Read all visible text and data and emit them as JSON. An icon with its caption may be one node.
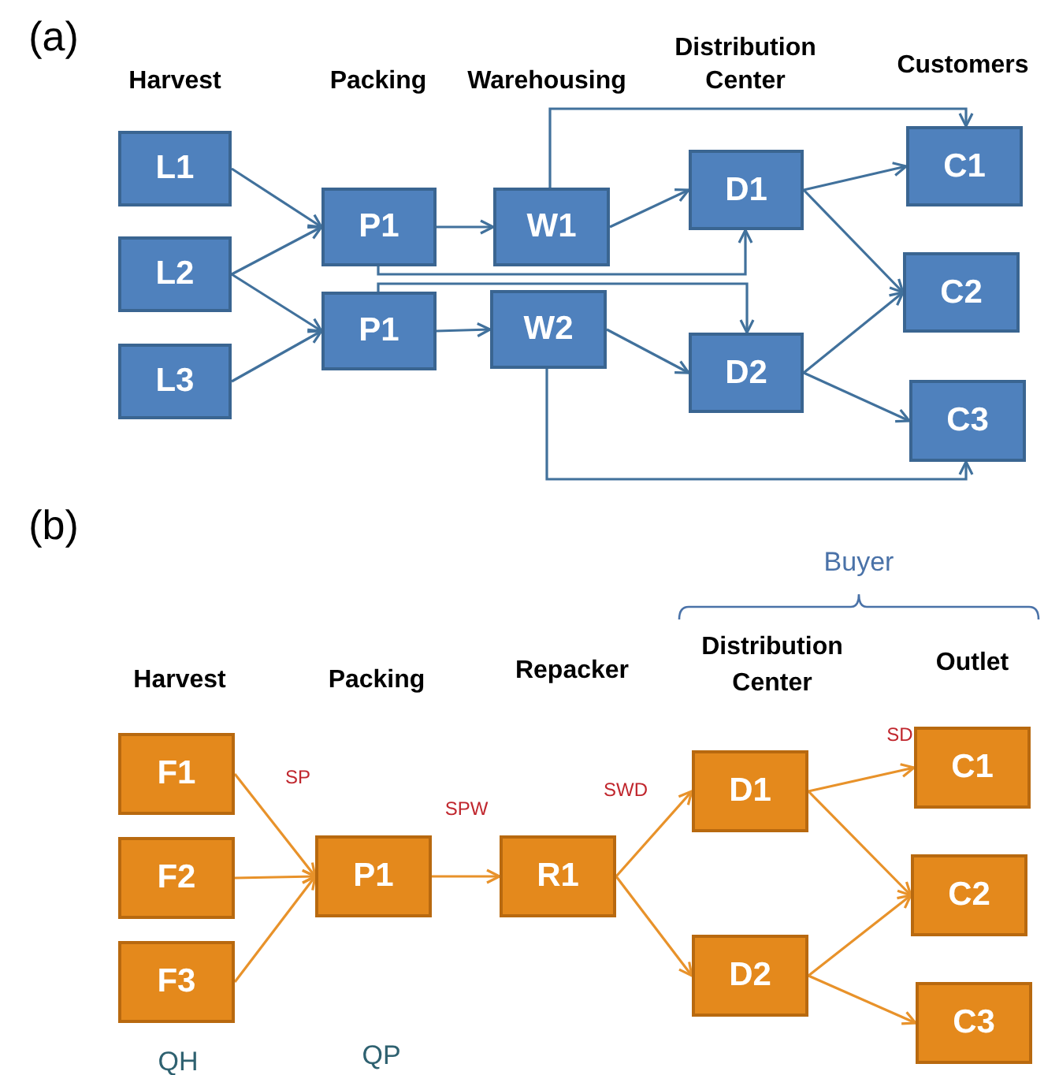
{
  "diagram": {
    "nodes": [
      {
        "text": [
          "L1"
        ]
      },
      {
        "text": [
          "L2"
        ]
      },
      {
        "text": [
          "L3"
        ]
      },
      {
        "text": [
          "P1"
        ]
      },
      {
        "text": [
          "P1"
        ]
      },
      {
        "text": [
          "W1"
        ]
      },
      {
        "text": [
          "W2"
        ]
      },
      {
        "text": [
          "D1"
        ]
      },
      {
        "text": [
          "D2"
        ]
      },
      {
        "text": [
          "C1"
        ]
      },
      {
        "text": [
          "C2"
        ]
      },
      {
        "text": [
          "C3"
        ]
      },
      {
        "text": [
          "F1"
        ]
      },
      {
        "text": [
          "F2"
        ]
      },
      {
        "text": [
          "F3"
        ]
      },
      {
        "text": [
          "P1"
        ]
      },
      {
        "text": [
          "R1"
        ]
      },
      {
        "text": [
          "D1"
        ]
      },
      {
        "text": [
          "D2"
        ]
      },
      {
        "text": [
          "C1"
        ]
      },
      {
        "text": [
          "C2"
        ]
      },
      {
        "text": [
          "C3"
        ]
      }
    ],
    "edges": [
      {
        "from": 0,
        "to": 3,
        "arrow": "to"
      },
      {
        "from": 1,
        "to": 3,
        "arrow": "to"
      },
      {
        "from": 1,
        "to": 4,
        "arrow": "to"
      },
      {
        "from": 2,
        "to": 4,
        "arrow": "to"
      },
      {
        "from": 3,
        "to": 5,
        "arrow": "to"
      },
      {
        "from": 4,
        "to": 6,
        "arrow": "to"
      },
      {
        "from": 5,
        "to": 7,
        "arrow": "to"
      },
      {
        "from": 6,
        "to": 8,
        "arrow": "to"
      },
      {
        "from": 5,
        "to": 9,
        "arrow": "to"
      },
      {
        "from": 6,
        "to": 11,
        "arrow": "to"
      },
      {
        "from": 3,
        "to": 7,
        "arrow": "to"
      },
      {
        "from": 4,
        "to": 8,
        "arrow": "to"
      },
      {
        "from": 7,
        "to": 9,
        "arrow": "to"
      },
      {
        "from": 7,
        "to": 10,
        "arrow": "to"
      },
      {
        "from": 8,
        "to": 10,
        "arrow": "to"
      },
      {
        "from": 8,
        "to": 11,
        "arrow": "to"
      },
      {
        "from": 12,
        "to": 15,
        "arrow": "to",
        "color": "#e8922a"
      },
      {
        "from": 13,
        "to": 15,
        "arrow": "to",
        "color": "#e8922a"
      },
      {
        "from": 14,
        "to": 15,
        "arrow": "to",
        "color": "#e8922a"
      },
      {
        "from": 15,
        "to": 16,
        "arrow": "to",
        "color": "#e8922a"
      },
      {
        "from": 16,
        "to": 17,
        "arrow": "to",
        "color": "#e8922a"
      },
      {
        "from": 16,
        "to": 18,
        "arrow": "to",
        "color": "#e8922a"
      },
      {
        "from": 17,
        "to": 19,
        "arrow": "to",
        "color": "#e8922a"
      },
      {
        "from": 17,
        "to": 20,
        "arrow": "to",
        "color": "#e8922a"
      },
      {
        "from": 18,
        "to": 20,
        "arrow": "to",
        "color": "#e8922a"
      },
      {
        "from": 18,
        "to": 21,
        "arrow": "to",
        "color": "#e8922a"
      }
    ],
    "labels": [
      "(a)",
      "Harvest",
      "Packing",
      "Warehousing",
      "Distribution Center",
      "Customers",
      "(b)",
      "Buyer",
      "Harvest",
      "Packing",
      "Repacker",
      "Distribution Center",
      "Outlet",
      "SP",
      "SPW",
      "SWD",
      "SD",
      "QH",
      "QP"
    ]
  }
}
